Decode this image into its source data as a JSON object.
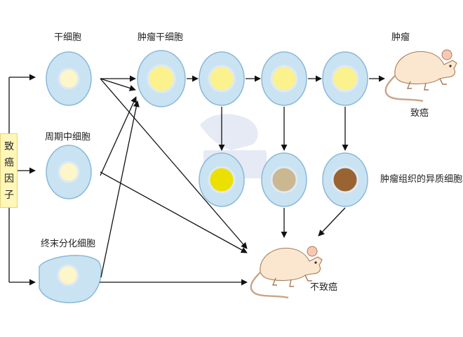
{
  "factor_label": "致癌因子",
  "labels": {
    "stem_cell": "干细胞",
    "cycling_cell": "周期中细胞",
    "terminal_cell": "终末分化细胞",
    "tumor_stem_cell": "肿瘤干细胞",
    "tumor": "肿瘤",
    "carcinogenic": "致癌",
    "heterogeneous": "肿瘤组织的异质细胞群",
    "non_carcinogenic": "不致癌"
  },
  "colors": {
    "cell_fill": "#c9e3f3",
    "cell_stroke": "#8ab8d8",
    "nucleus_light": "#fdf6c8",
    "nucleus_tumor": "#fbf28e",
    "nucleus_bright": "#ece000",
    "nucleus_tan": "#c9b892",
    "nucleus_brown": "#9a6432",
    "factor_box": "#fff7b8"
  }
}
